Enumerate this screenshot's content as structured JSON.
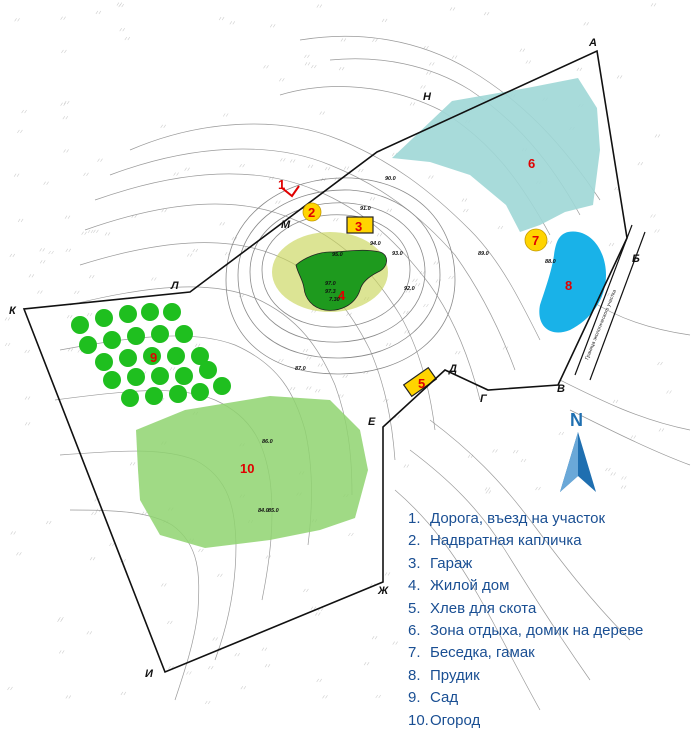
{
  "map": {
    "colors": {
      "background": "#ffffff",
      "boundary": "#111111",
      "contour": "#8f8f8f",
      "contour_index": "#9a6a6a",
      "zone_water": "#9fd7d6",
      "zone_pond": "#19b2e8",
      "zone_orchard_tree": "#1fbf1f",
      "zone_vegetable": "#8fd470",
      "zone_house_glow": "#c9d65a",
      "marker_yellow": "#ffd400",
      "label_red": "#e00000",
      "north_arrow": "#1f6fb0",
      "legend_text": "#1a4f93"
    },
    "boundary_letters": [
      "А",
      "Н",
      "Б",
      "В",
      "Г",
      "Д",
      "Е",
      "Ж",
      "И",
      "К",
      "Л",
      "М"
    ],
    "zone_numbers": [
      "1",
      "2",
      "3",
      "4",
      "5",
      "6",
      "7",
      "8",
      "9",
      "10"
    ],
    "north_label": "N",
    "elevations": [
      "91.0",
      "95.0",
      "94.0",
      "93.0",
      "92.0",
      "90.0",
      "89.0",
      "88.0",
      "87.0",
      "86.0",
      "85.0",
      "84.0",
      "97.0",
      "97.3",
      "7.30"
    ],
    "road_label": "Граница экологического участка"
  },
  "legend": {
    "items": [
      {
        "num": "1.",
        "text": "Дорога, въезд на участок"
      },
      {
        "num": "2.",
        "text": "Надвратная капличка"
      },
      {
        "num": "3.",
        "text": "Гараж"
      },
      {
        "num": "4.",
        "text": "Жилой дом"
      },
      {
        "num": "5.",
        "text": "Хлев для скота"
      },
      {
        "num": "6.",
        "text": "Зона отдыха, домик на дереве"
      },
      {
        "num": "7.",
        "text": "Беседка, гамак"
      },
      {
        "num": "8.",
        "text": "Прудик"
      },
      {
        "num": "9.",
        "text": "Сад"
      },
      {
        "num": "10.",
        "text": "Огород"
      }
    ]
  }
}
